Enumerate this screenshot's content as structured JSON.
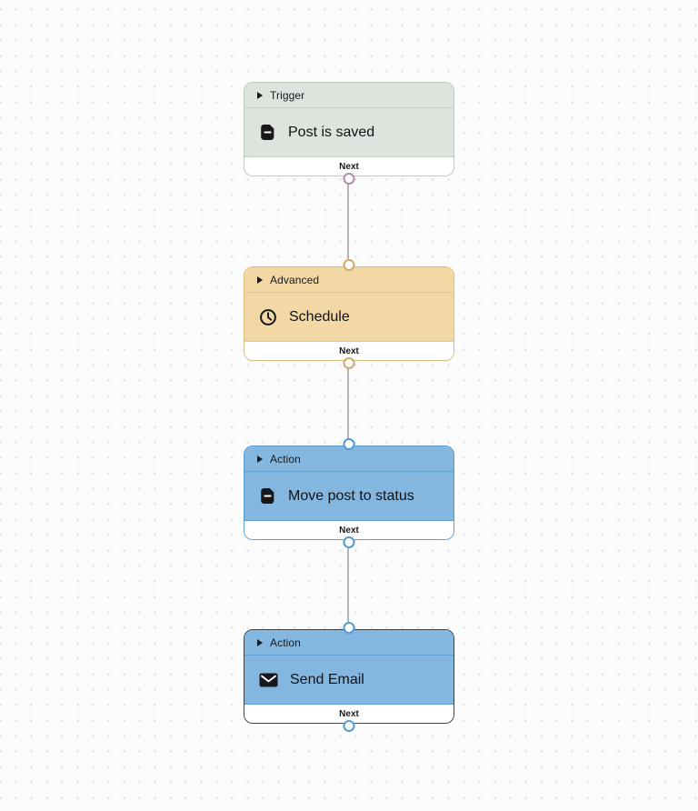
{
  "canvas": {
    "background_color": "#fcfcfc",
    "dot_color": "#d8d8d8",
    "connector_color": "#b3b3b3",
    "text_color": "#17181a"
  },
  "workflow": {
    "nodes": [
      {
        "category_label": "Trigger",
        "title": "Post is saved",
        "icon": "document-icon",
        "output_label": "Next",
        "selected": false,
        "has_input_port": false,
        "has_output_port": true,
        "colors": {
          "fill": "#dce4dd",
          "border": "#bfcabf",
          "divider": "#c7d1c8",
          "output_port": "#b48bb5"
        }
      },
      {
        "category_label": "Advanced",
        "title": "Schedule",
        "icon": "clock-icon",
        "output_label": "Next",
        "selected": false,
        "has_input_port": true,
        "has_output_port": true,
        "colors": {
          "fill": "#f3d8a5",
          "border": "#d9b97e",
          "divider": "#e2c68e",
          "input_port": "#d2a967",
          "output_port": "#d2a967"
        }
      },
      {
        "category_label": "Action",
        "title": "Move post to status",
        "icon": "document-icon",
        "output_label": "Next",
        "selected": false,
        "has_input_port": true,
        "has_output_port": true,
        "colors": {
          "fill": "#84b7e0",
          "border": "#5f9cce",
          "divider": "#619ed0",
          "input_port": "#549ad8",
          "output_port": "#549ad8"
        }
      },
      {
        "category_label": "Action",
        "title": "Send Email",
        "icon": "envelope-icon",
        "output_label": "Next",
        "selected": true,
        "has_input_port": true,
        "has_output_port": true,
        "colors": {
          "fill": "#84b7e0",
          "border": "#5f9cce",
          "divider": "#619ed0",
          "input_port": "#549ad8",
          "output_port": "#549ad8",
          "selected_border": "#3d4247"
        }
      }
    ]
  }
}
